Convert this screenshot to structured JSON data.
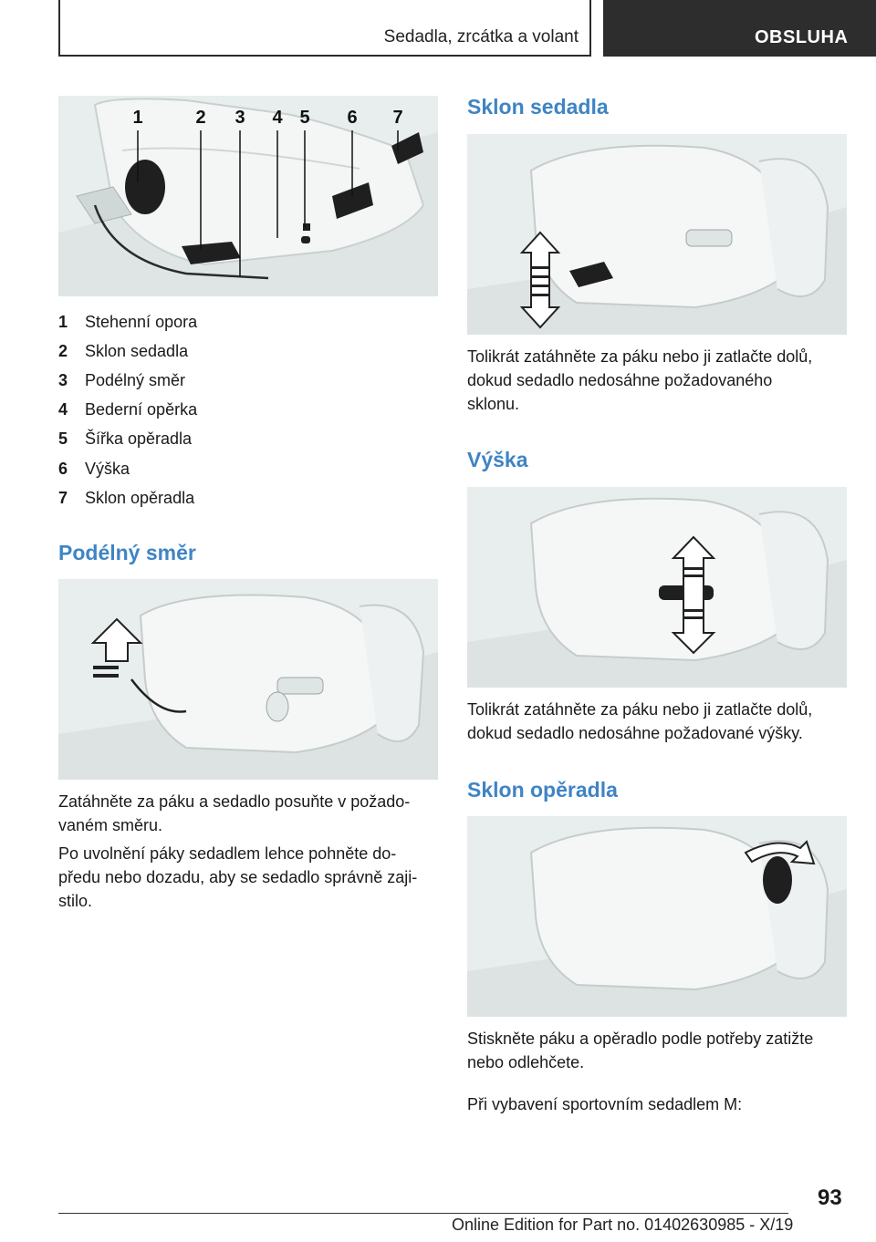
{
  "header": {
    "section": "Sedadla, zrcátka a volant",
    "chapter": "OBSLUHA"
  },
  "figure1": {
    "callouts": [
      "1",
      "2",
      "3",
      "4",
      "5",
      "6",
      "7"
    ]
  },
  "legend": [
    {
      "num": "1",
      "label": "Stehenní opora"
    },
    {
      "num": "2",
      "label": "Sklon sedadla"
    },
    {
      "num": "3",
      "label": "Podélný směr"
    },
    {
      "num": "4",
      "label": "Bederní opěrka"
    },
    {
      "num": "5",
      "label": "Šířka opěradla"
    },
    {
      "num": "6",
      "label": "Výška"
    },
    {
      "num": "7",
      "label": "Sklon opěradla"
    }
  ],
  "podelny": {
    "heading": "Podélný směr",
    "p1_line1": "Zatáhněte za páku a sedadlo posuňte v požado-",
    "p1_line2": "vaném směru.",
    "p2_line1": "Po uvolnění páky sedadlem lehce pohněte do-",
    "p2_line2": "předu nebo dozadu, aby se sedadlo správně zaji-",
    "p2_line3": "stilo."
  },
  "sklon_sedadla": {
    "heading": "Sklon sedadla",
    "p1_line1": "Tolikrát zatáhněte za páku nebo ji zatlačte dolů,",
    "p1_line2": "dokud sedadlo nedosáhne požadovaného",
    "p1_line3": "sklonu."
  },
  "vyska": {
    "heading": "Výška",
    "p1_line1": "Tolikrát zatáhněte za páku nebo ji zatlačte dolů,",
    "p1_line2": "dokud sedadlo nedosáhne požadované výšky."
  },
  "sklon_operadla": {
    "heading": "Sklon opěradla",
    "p1_line1": "Stiskněte páku a opěradlo podle potřeby zatižte",
    "p1_line2": "nebo odlehčete.",
    "p2_line1": "Při vybavení sportovním sedadlem M:"
  },
  "footer": {
    "page_number": "93",
    "edition": "Online Edition for Part no. 01402630985 - X/19"
  },
  "colors": {
    "heading": "#3f84c4",
    "header_dark": "#2d2d2d",
    "figure_bg": "#e9eeee"
  }
}
